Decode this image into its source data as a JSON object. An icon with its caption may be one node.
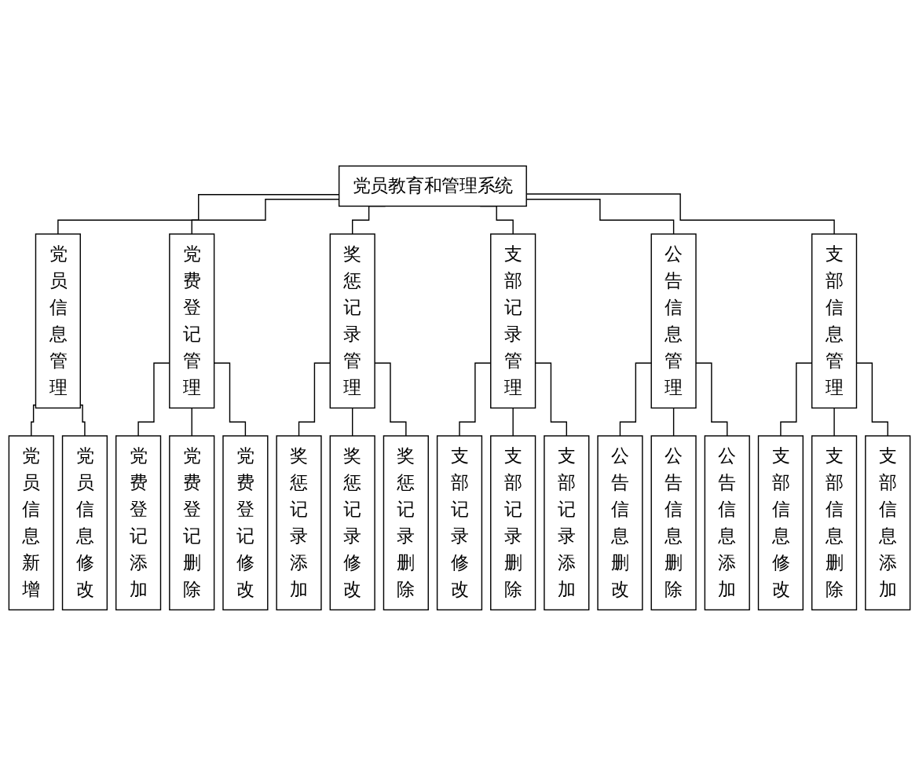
{
  "diagram": {
    "nodes": [
      {
        "text": [
          "党员教育和管理系统"
        ]
      },
      {
        "text": [
          "党员信息管理"
        ]
      },
      {
        "text": [
          "党费登记管理"
        ]
      },
      {
        "text": [
          "奖惩记录管理"
        ]
      },
      {
        "text": [
          "支部记录管理"
        ]
      },
      {
        "text": [
          "公告信息管理"
        ]
      },
      {
        "text": [
          "支部信息管理"
        ]
      },
      {
        "text": [
          "党员信息新增"
        ]
      },
      {
        "text": [
          "党员信息修改"
        ]
      },
      {
        "text": [
          "党费登记添加"
        ]
      },
      {
        "text": [
          "党费登记删除"
        ]
      },
      {
        "text": [
          "党费登记修改"
        ]
      },
      {
        "text": [
          "奖惩记录添加"
        ]
      },
      {
        "text": [
          "奖惩记录修改"
        ]
      },
      {
        "text": [
          "奖惩记录删除"
        ]
      },
      {
        "text": [
          "支部记录修改"
        ]
      },
      {
        "text": [
          "支部记录删除"
        ]
      },
      {
        "text": [
          "支部记录添加"
        ]
      },
      {
        "text": [
          "公告信息删改"
        ]
      },
      {
        "text": [
          "公告信息删除"
        ]
      },
      {
        "text": [
          "公告信息添加"
        ]
      },
      {
        "text": [
          "支部信息修改"
        ]
      },
      {
        "text": [
          "支部信息删除"
        ]
      },
      {
        "text": [
          "支部信息添加"
        ]
      }
    ],
    "edges": [
      {
        "from": 0,
        "to": 1,
        "arrow": "none"
      },
      {
        "from": 0,
        "to": 2,
        "arrow": "none"
      },
      {
        "from": 0,
        "to": 3,
        "arrow": "none"
      },
      {
        "from": 0,
        "to": 4,
        "arrow": "none"
      },
      {
        "from": 0,
        "to": 5,
        "arrow": "none"
      },
      {
        "from": 0,
        "to": 6,
        "arrow": "none"
      },
      {
        "from": 1,
        "to": 7,
        "arrow": "none"
      },
      {
        "from": 1,
        "to": 8,
        "arrow": "none"
      },
      {
        "from": 2,
        "to": 9,
        "arrow": "none"
      },
      {
        "from": 2,
        "to": 10,
        "arrow": "none"
      },
      {
        "from": 2,
        "to": 11,
        "arrow": "none"
      },
      {
        "from": 3,
        "to": 12,
        "arrow": "none"
      },
      {
        "from": 3,
        "to": 13,
        "arrow": "none"
      },
      {
        "from": 3,
        "to": 14,
        "arrow": "none"
      },
      {
        "from": 4,
        "to": 15,
        "arrow": "none"
      },
      {
        "from": 4,
        "to": 16,
        "arrow": "none"
      },
      {
        "from": 4,
        "to": 17,
        "arrow": "none"
      },
      {
        "from": 5,
        "to": 18,
        "arrow": "none"
      },
      {
        "from": 5,
        "to": 19,
        "arrow": "none"
      },
      {
        "from": 5,
        "to": 20,
        "arrow": "none"
      },
      {
        "from": 6,
        "to": 21,
        "arrow": "none"
      },
      {
        "from": 6,
        "to": 22,
        "arrow": "none"
      },
      {
        "from": 6,
        "to": 23,
        "arrow": "none"
      }
    ]
  }
}
